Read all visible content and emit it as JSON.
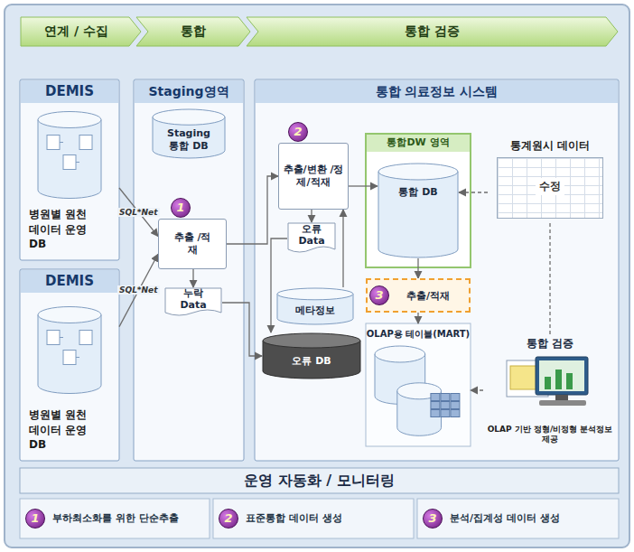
{
  "diagram": {
    "nodes": [
      {
        "text": [
          "연계 / 수집"
        ]
      },
      {
        "text": [
          "통합"
        ]
      },
      {
        "text": [
          "통합 검증"
        ]
      },
      {
        "text": [
          "DEMIS",
          "병원별 원천데이터 운영 DB"
        ]
      },
      {
        "text": [
          "DEMIS",
          "병원별 원천데이터 운영 DB"
        ]
      },
      {
        "text": [
          "Staging영역"
        ]
      },
      {
        "text": [
          "Staging 통합 DB"
        ],
        "in": 5
      },
      {
        "text": [
          "추출 /적재"
        ],
        "in": 5
      },
      {
        "text": [
          "누락 Data"
        ],
        "in": 5
      },
      {
        "text": [
          "통합 의료정보 시스템"
        ]
      },
      {
        "text": [
          "추출/변환 /정제/적재"
        ],
        "in": 9
      },
      {
        "text": [
          "오류 Data"
        ],
        "in": 9
      },
      {
        "text": [
          "통합DW 영역"
        ],
        "in": 9
      },
      {
        "text": [
          "통합 DB"
        ],
        "in": 12
      },
      {
        "text": [
          "통계원시 데이터",
          "수정"
        ],
        "in": 9
      },
      {
        "text": [
          "메타정보"
        ],
        "in": 9
      },
      {
        "text": [
          "추출/적재"
        ],
        "in": 9
      },
      {
        "text": [
          "오류 DB"
        ],
        "in": 9
      },
      {
        "text": [
          "OLAP용 테이블(MART)"
        ],
        "in": 9
      },
      {
        "text": [
          "통합 검증",
          "OLAP 기반 정형/비정형 분석정보제공"
        ],
        "in": 9
      },
      {
        "text": [
          "운영 자동화 / 모니터링"
        ]
      },
      {
        "text": [
          "부하최소화를 위한 단순추출"
        ]
      },
      {
        "text": [
          "표준통합 데이터 생성"
        ]
      },
      {
        "text": [
          "분석/집계성 데이터 생성"
        ]
      }
    ],
    "edges": [
      {
        "from": 3,
        "to": 7,
        "label": "SQL*Net",
        "arrow": "to"
      },
      {
        "from": 4,
        "to": 7,
        "label": "SQL*Net",
        "arrow": "to"
      },
      {
        "from": 7,
        "to": 8,
        "arrow": "to"
      },
      {
        "from": 8,
        "to": 17,
        "arrow": "to"
      },
      {
        "from": 7,
        "to": 10,
        "arrow": "to"
      },
      {
        "from": 10,
        "to": 13,
        "arrow": "to"
      },
      {
        "from": 10,
        "to": 11,
        "arrow": "to"
      },
      {
        "from": 11,
        "to": 17,
        "arrow": "to"
      },
      {
        "from": 15,
        "to": 10,
        "arrow": "to"
      },
      {
        "from": 13,
        "to": 16,
        "arrow": "to"
      },
      {
        "from": 16,
        "to": 18,
        "arrow": "to"
      },
      {
        "from": 14,
        "to": 13,
        "arrow": "to"
      },
      {
        "from": 19,
        "to": 18,
        "arrow": "to"
      },
      {
        "from": 19,
        "to": 14,
        "arrow": "none"
      }
    ],
    "labels": [
      "1",
      "2",
      "3",
      "1",
      "2",
      "3"
    ]
  }
}
